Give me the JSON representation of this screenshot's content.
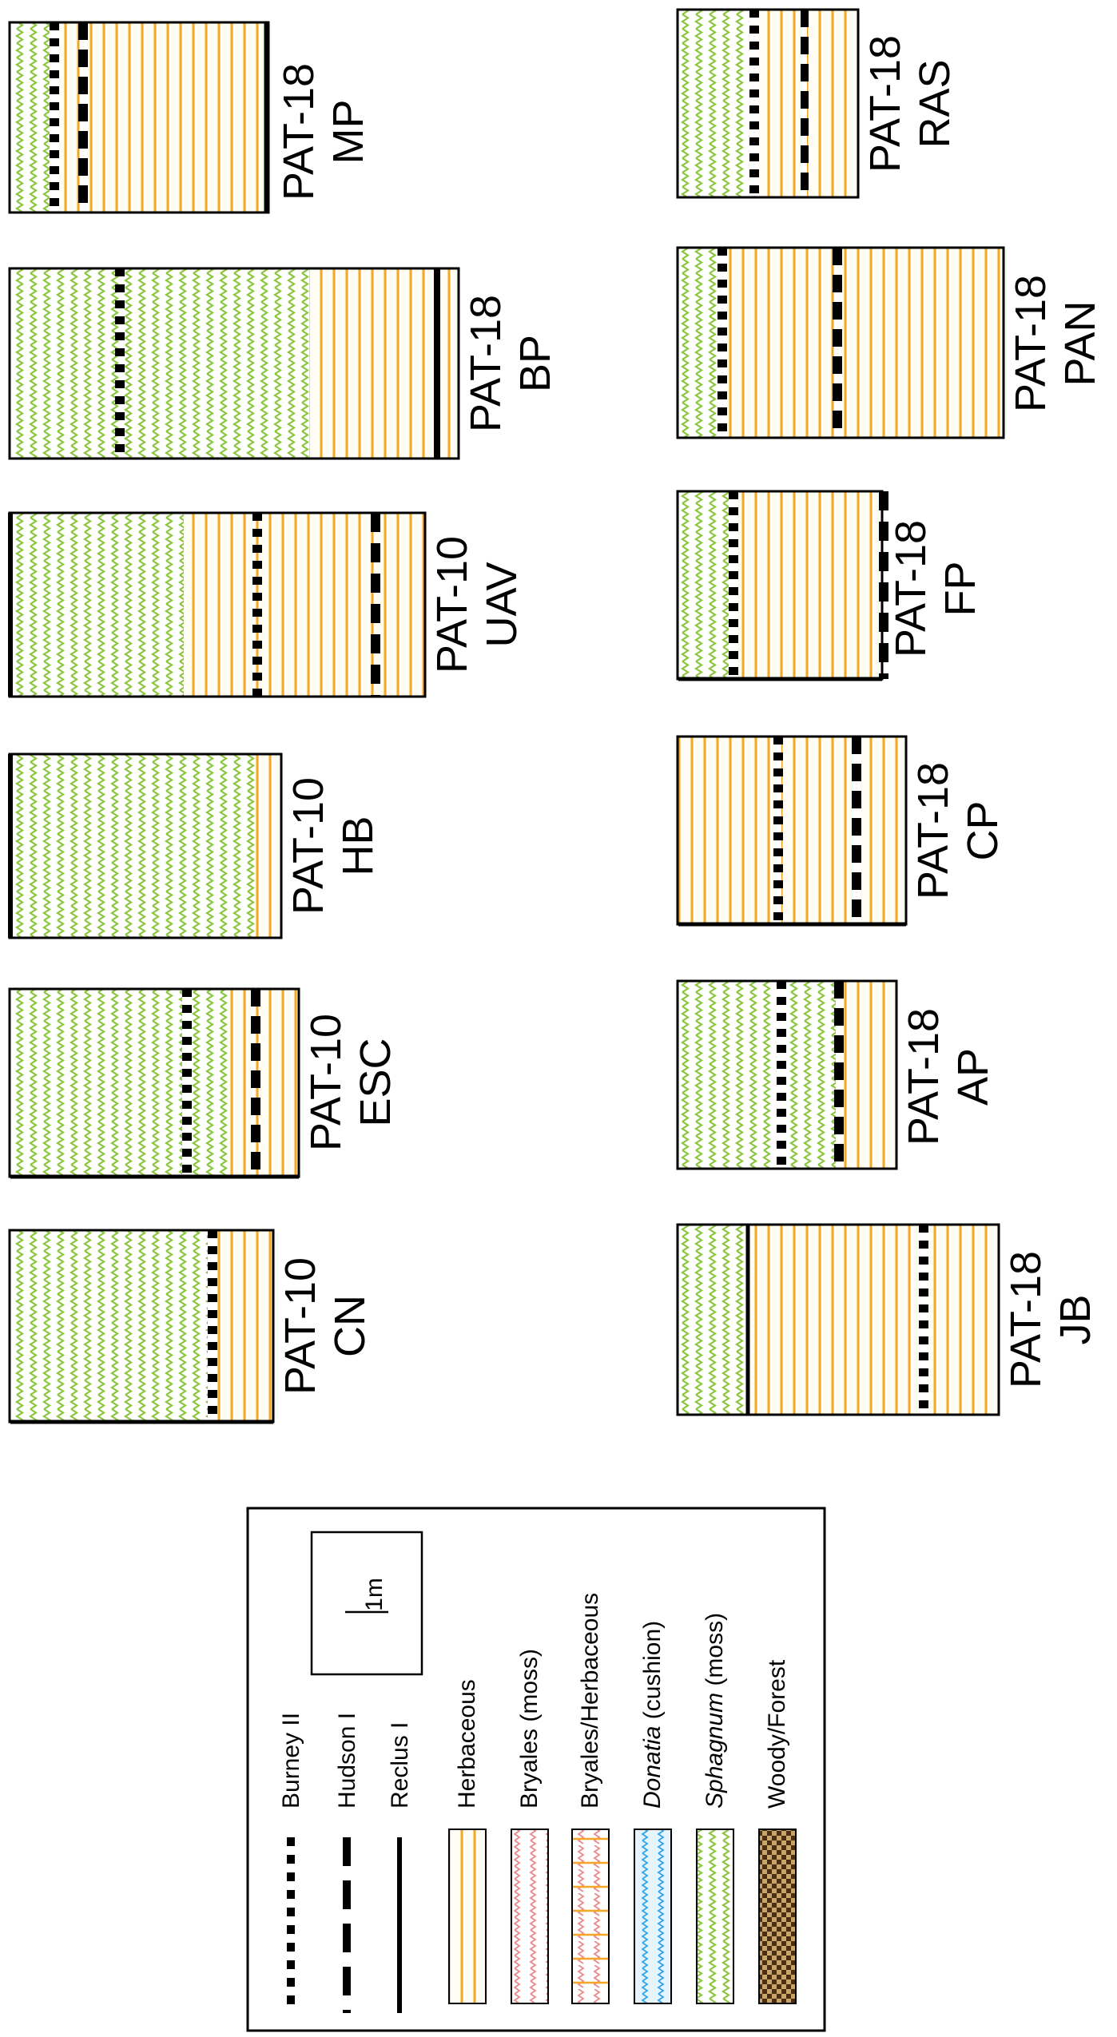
{
  "cores": [
    {
      "id": "PAT-18 MP",
      "code": "PAT-18",
      "site": "MP"
    },
    {
      "id": "PAT-18 BP",
      "code": "PAT-18",
      "site": "BP"
    },
    {
      "id": "PAT-10 UAV",
      "code": "PAT-10",
      "site": "UAV"
    },
    {
      "id": "PAT-10 HB",
      "code": "PAT-10",
      "site": "HB"
    },
    {
      "id": "PAT-10 ESC",
      "code": "PAT-10",
      "site": "ESC"
    },
    {
      "id": "PAT-10 CN",
      "code": "PAT-10",
      "site": "CN"
    },
    {
      "id": "PAT-18 RAS",
      "code": "PAT-18",
      "site": "RAS"
    },
    {
      "id": "PAT-18 PAN",
      "code": "PAT-18",
      "site": "PAN"
    },
    {
      "id": "PAT-18 FP",
      "code": "PAT-18",
      "site": "FP"
    },
    {
      "id": "PAT-18 CP",
      "code": "PAT-18",
      "site": "CP"
    },
    {
      "id": "PAT-18 AP",
      "code": "PAT-18",
      "site": "AP"
    },
    {
      "id": "PAT-18 JB",
      "code": "PAT-18",
      "site": "JB"
    }
  ],
  "legend": {
    "scale_label": "1m",
    "tephra": [
      {
        "label": "Burney II",
        "style": "dotted"
      },
      {
        "label": "Hudson I",
        "style": "dashed"
      },
      {
        "label": "Reclus I",
        "style": "solid"
      }
    ],
    "facies": [
      {
        "label": "Herbaceous",
        "pattern": "herbaceous"
      },
      {
        "label": "Bryales (moss)",
        "pattern": "bryales"
      },
      {
        "label": "Bryales/Herbaceous",
        "pattern": "bryales-herbaceous"
      },
      {
        "label_italic": "Donatia",
        "label_rest": " (cushion)",
        "pattern": "donatia"
      },
      {
        "label_italic": "Sphagnum",
        "label_rest": " (moss)",
        "pattern": "sphagnum"
      },
      {
        "label": "Woody/Forest",
        "pattern": "woody"
      }
    ]
  },
  "colors": {
    "herbaceous": "#f5a623",
    "herbaceous_bg": "#fffdf4",
    "sphagnum": "#8cc63f",
    "bryales": "#e88a8a",
    "donatia": "#2fa4e7",
    "woody_light": "#c9a46a",
    "woody_dark": "#4a2f12"
  }
}
